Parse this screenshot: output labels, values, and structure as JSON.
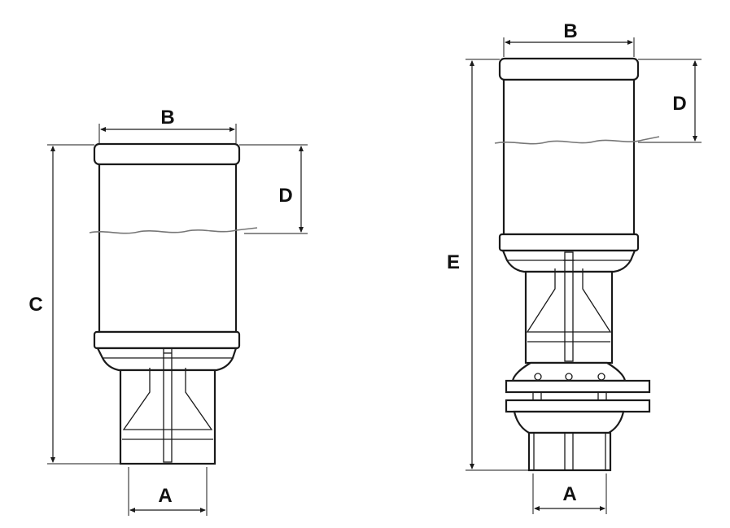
{
  "left_drawing": {
    "dim_a": "A",
    "dim_b": "B",
    "dim_c": "C",
    "dim_d": "D"
  },
  "right_drawing": {
    "dim_a": "A",
    "dim_b": "B",
    "dim_d": "D",
    "dim_e": "E"
  },
  "colors": {
    "line": "#1a1a1a",
    "fill": "#ffffff",
    "wave": "#777777"
  }
}
